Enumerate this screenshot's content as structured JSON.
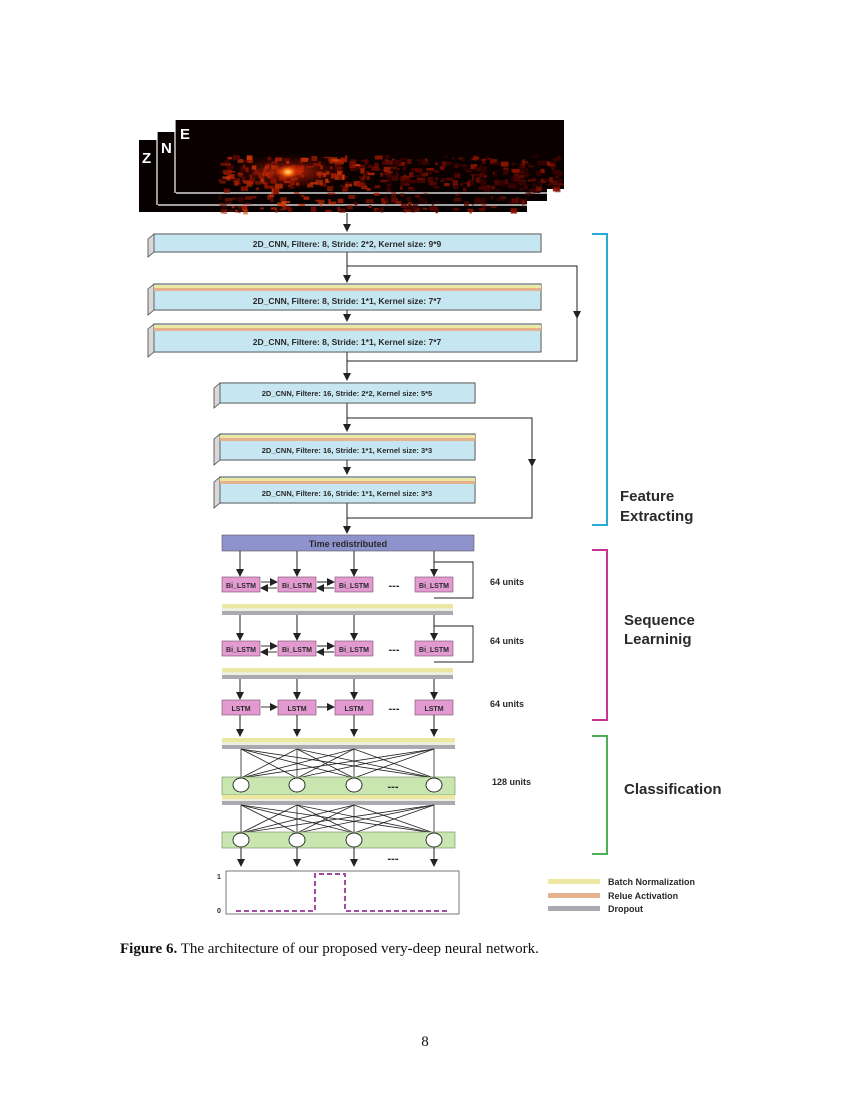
{
  "figure": {
    "channels": [
      "Z",
      "N",
      "E"
    ],
    "cnn_layers": [
      "2D_CNN,  Filtere: 8,  Stride: 2*2,  Kernel size: 9*9",
      "2D_CNN,  Filtere: 8,  Stride: 1*1,  Kernel size: 7*7",
      "2D_CNN,  Filtere: 8,  Stride: 1*1,  Kernel size: 7*7",
      "2D_CNN,  Filtere: 16,  Stride: 2*2,  Kernel size: 5*5",
      "2D_CNN,  Filtere: 16,  Stride: 1*1,  Kernel size: 3*3",
      "2D_CNN,  Filtere: 16,  Stride: 1*1,  Kernel size: 3*3"
    ],
    "time_redistributed": "Time redistributed",
    "bilstm_label": "Bi_LSTM",
    "lstm_label": "LSTM",
    "ellipsis": "---",
    "units_64": "64 units",
    "units_128": "128 units",
    "section_feature": [
      "Feature",
      "Extracting"
    ],
    "section_sequence": [
      "Sequence",
      "Learninig"
    ],
    "section_classification": "Classification",
    "output_axis": {
      "y_top": "1",
      "y_bottom": "0"
    },
    "legend": [
      {
        "label": "Batch Normalization",
        "color": "#ece8a2"
      },
      {
        "label": "Relue Activation",
        "color": "#e6b28e"
      },
      {
        "label": "Dropout",
        "color": "#a9a9b1"
      }
    ],
    "colors": {
      "cnn_fill": "#c6e6f2",
      "lstm_fill": "#e29ad1",
      "time_dist_fill": "#8f93cd",
      "dense_fill": "#c9e5b0",
      "bracket_feature": "#2aa9d5",
      "bracket_sequence": "#c3358e",
      "bracket_classification": "#4fae5a",
      "output_dash": "#a44ba3"
    }
  },
  "caption": {
    "label": "Figure 6.",
    "text": " The architecture of our proposed very-deep neural network."
  },
  "page_number": "8"
}
